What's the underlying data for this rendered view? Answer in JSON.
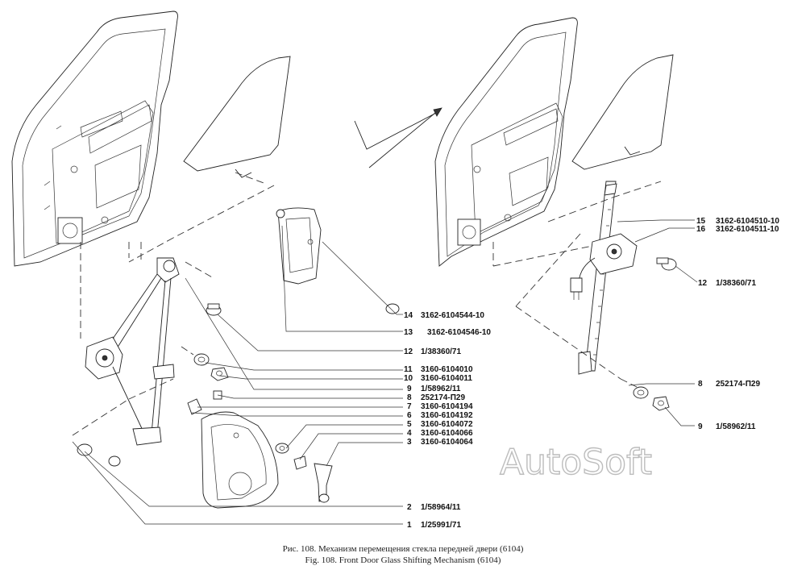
{
  "figure": {
    "caption_ru": "Рис. 108. Механизм перемещения стекла передней двери (6104)",
    "caption_en": "Fig. 108. Front Door Glass Shifting Mechanism (6104)",
    "watermark": "AutoSoft"
  },
  "callouts_left": [
    {
      "num": "14",
      "code": "3162-6104544-10"
    },
    {
      "num": "13",
      "code": "3162-6104546-10"
    },
    {
      "num": "12",
      "code": "1/38360/71"
    },
    {
      "num": "11",
      "code": "3160-6104010"
    },
    {
      "num": "10",
      "code": "3160-6104011"
    },
    {
      "num": "9",
      "code": "1/58962/11"
    },
    {
      "num": "8",
      "code": "252174-П29"
    },
    {
      "num": "7",
      "code": "3160-6104194"
    },
    {
      "num": "6",
      "code": "3160-6104192"
    },
    {
      "num": "5",
      "code": "3160-6104072"
    },
    {
      "num": "4",
      "code": "3160-6104066"
    },
    {
      "num": "3",
      "code": "3160-6104064"
    },
    {
      "num": "2",
      "code": "1/58964/11"
    },
    {
      "num": "1",
      "code": "1/25991/71"
    }
  ],
  "callouts_right": [
    {
      "num": "15",
      "code": "3162-6104510-10"
    },
    {
      "num": "16",
      "code": "3162-6104511-10"
    },
    {
      "num": "12",
      "code": "1/38360/71"
    },
    {
      "num": "8",
      "code": "252174-П29"
    },
    {
      "num": "9",
      "code": "1/58962/11"
    }
  ]
}
